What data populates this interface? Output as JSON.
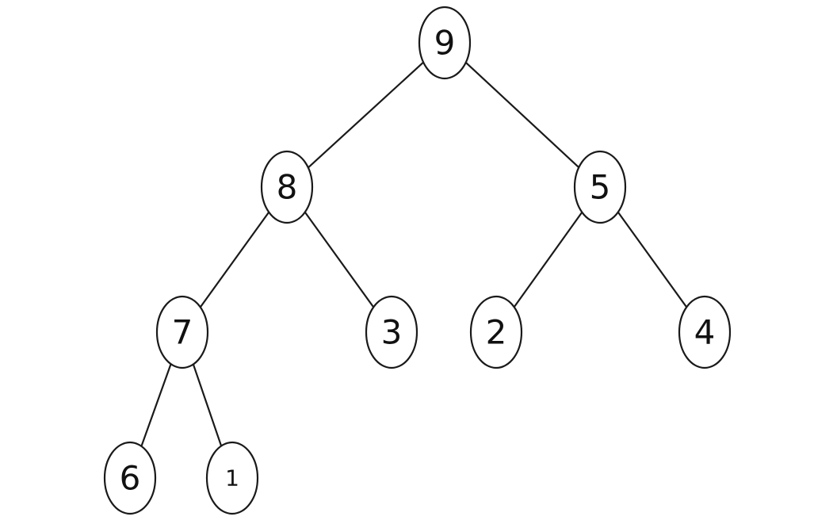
{
  "tree": {
    "nodes": [
      {
        "id": "n9",
        "label": "9"
      },
      {
        "id": "n8",
        "label": "8"
      },
      {
        "id": "n5",
        "label": "5"
      },
      {
        "id": "n7",
        "label": "7"
      },
      {
        "id": "n3",
        "label": "3"
      },
      {
        "id": "n2",
        "label": "2"
      },
      {
        "id": "n4",
        "label": "4"
      },
      {
        "id": "n6",
        "label": "6"
      },
      {
        "id": "n1",
        "label": "1"
      }
    ],
    "edges": [
      {
        "from": "n9",
        "to": "n8"
      },
      {
        "from": "n9",
        "to": "n5"
      },
      {
        "from": "n8",
        "to": "n7"
      },
      {
        "from": "n8",
        "to": "n3"
      },
      {
        "from": "n5",
        "to": "n2"
      },
      {
        "from": "n5",
        "to": "n4"
      },
      {
        "from": "n7",
        "to": "n6"
      },
      {
        "from": "n7",
        "to": "n1"
      }
    ]
  }
}
